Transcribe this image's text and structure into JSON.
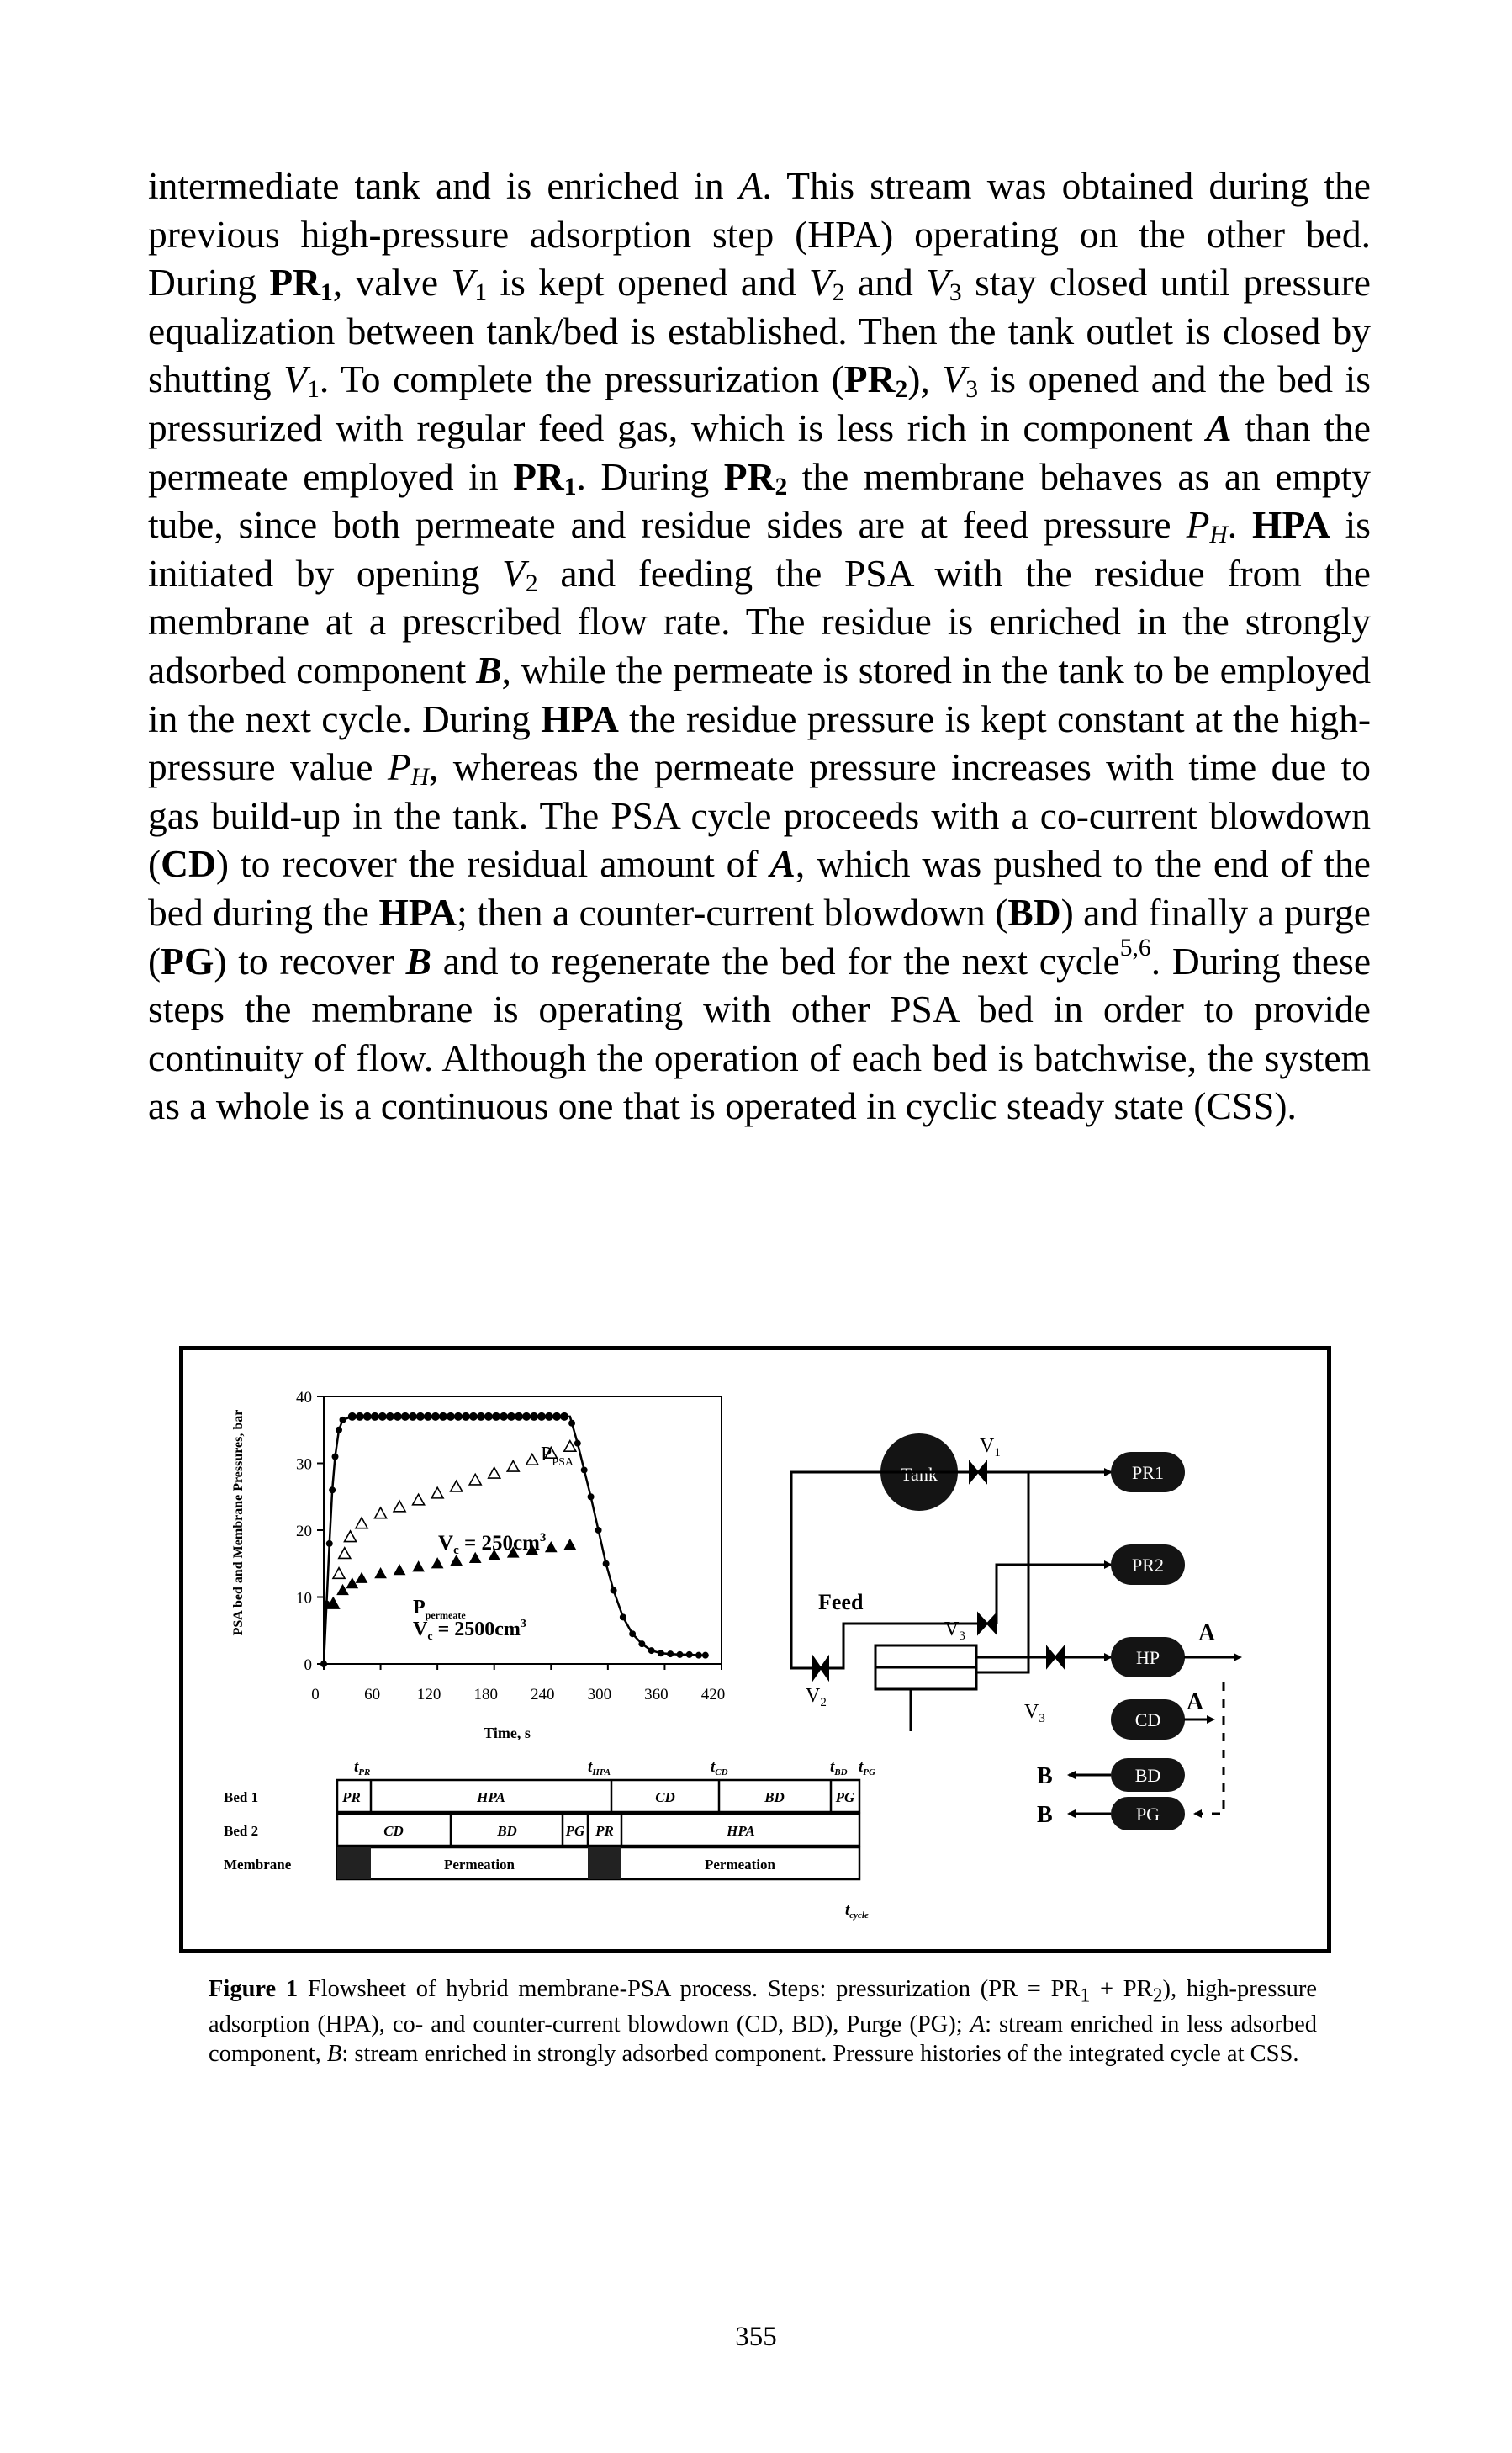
{
  "body_text": {
    "s01": "intermediate tank and is enriched in ",
    "s02": "A",
    "s03": ". This stream was obtained during the previous high-pressure adsorption step (HPA) operating on the other bed. During ",
    "s04": "PR",
    "s05": "1",
    "s06": ", valve ",
    "s07": "V",
    "s08": "1",
    "s09": " is kept opened and ",
    "s10": "V",
    "s11": "2",
    "s12": " and ",
    "s13": "V",
    "s14": "3",
    "s15": " stay closed until pressure equalization between tank/bed is established. Then the tank outlet is closed by shutting ",
    "s16": "V",
    "s17": "1",
    "s18": ". To complete the pressurization (",
    "s19": "PR",
    "s20": "2",
    "s21": "), ",
    "s22": "V",
    "s23": "3",
    "s24": " is opened and the bed is pressurized with regular feed gas, which is less rich in component ",
    "s25": "A",
    "s26": " than the permeate employed in ",
    "s27": "PR",
    "s28": "1",
    "s29": ". During ",
    "s30": "PR",
    "s31": "2",
    "s32": " the membrane behaves as an empty tube, since both permeate and residue sides are at feed pressure ",
    "s33": "P",
    "s34": "H",
    "s35": ". ",
    "s36": "HPA",
    "s37": " is initiated by opening ",
    "s38": "V",
    "s39": "2",
    "s40": " and feeding the PSA with the residue from the membrane at a prescribed flow rate. The residue is enriched in the strongly adsorbed component ",
    "s41": "B",
    "s42": ", while the permeate is stored in the tank to be employed in the next cycle. During ",
    "s43": "HPA",
    "s44": " the residue pressure is kept constant at the high-pressure value ",
    "s45": "P",
    "s46": "H",
    "s47": ", whereas the permeate pressure increases with time due to gas build-up in the tank. The PSA cycle proceeds with a co-current blowdown (",
    "s48": "CD",
    "s49": ") to recover the residual amount of ",
    "s50": "A",
    "s51": ", which was pushed to the end of the bed during the ",
    "s52": "HPA",
    "s53": "; then a counter-current blowdown (",
    "s54": "BD",
    "s55": ") and finally a purge (",
    "s56": "PG",
    "s57": ") to recover ",
    "s58": "B",
    "s59": " and to regenerate the bed for the next cycle",
    "s60": "5,6",
    "s61": ". During these steps the membrane is operating with other PSA bed in order to provide continuity of flow. Although the operation of each bed is batchwise, the system as a whole is a continuous one that is operated in cyclic steady state (CSS)."
  },
  "figure": {
    "chart": {
      "ylabel": "PSA bed and Membrane Pressures, bar",
      "xlabel": "Time, s",
      "series_labels": {
        "psa_main": "P",
        "psa_sub": "PSA",
        "vc_small": "V",
        "vc_small_sub": "c",
        "vc_small_val": " = 250cm",
        "vc_small_sup": "3",
        "perm_main": "P",
        "perm_sub": "permeate",
        "vc_large": "V",
        "vc_large_sub": "c",
        "vc_large_val": " = 2500cm",
        "vc_large_sup": "3"
      }
    },
    "schedule": {
      "row_labels": [
        "Bed 1",
        "Bed 2",
        "Membrane"
      ],
      "time_labels": [
        {
          "main": "t",
          "sub": "PR"
        },
        {
          "main": "t",
          "sub": "HPA"
        },
        {
          "main": "t",
          "sub": "CD"
        },
        {
          "main": "t",
          "sub": "BD"
        },
        {
          "main": "t",
          "sub": "PG"
        },
        {
          "main": "t",
          "sub": "cycle"
        }
      ],
      "bed1": [
        "PR",
        "HPA",
        "CD",
        "BD",
        "PG"
      ],
      "bed2": [
        "CD",
        "BD",
        "PG",
        "PR",
        "HPA"
      ],
      "membrane": [
        "Permeation",
        "Permeation"
      ]
    },
    "flowsheet": {
      "tank": "Tank",
      "feed": "Feed",
      "v1": {
        "main": "V",
        "sub": "1"
      },
      "v2": {
        "main": "V",
        "sub": "2"
      },
      "v3": {
        "main": "V",
        "sub": "3"
      },
      "steps": [
        "PR1",
        "PR2",
        "HP",
        "CD",
        "BD",
        "PG"
      ],
      "out_a1": "A",
      "out_a2": "A",
      "out_b1": "B",
      "out_b2": "B"
    },
    "colors": {
      "ink": "#000000",
      "pill_text": "#ffffff",
      "tank_fill": "#141414"
    }
  },
  "chart_data": {
    "type": "scatter",
    "ylabel": "PSA bed and Membrane Pressures, bar",
    "xlabel": "Time, s",
    "xlim": [
      0,
      420
    ],
    "ylim": [
      0,
      40
    ],
    "x_ticks": [
      0,
      60,
      120,
      180,
      240,
      300,
      360,
      420
    ],
    "y_ticks": [
      0,
      10,
      20,
      30,
      40
    ],
    "series": [
      {
        "name": "P_PSA",
        "marker": "filled-circle",
        "x": [
          0,
          3,
          6,
          9,
          12,
          16,
          20,
          30,
          50,
          80,
          110,
          140,
          170,
          200,
          230,
          260,
          262,
          268,
          275,
          282,
          290,
          298,
          306,
          316,
          326,
          336,
          346,
          356,
          366,
          376,
          386,
          396,
          403
        ],
        "y": [
          0,
          9,
          18,
          26,
          31,
          35,
          36.5,
          37,
          37,
          37,
          37,
          37,
          37,
          37,
          37,
          37,
          36,
          33,
          29,
          25,
          20,
          15,
          11,
          7,
          4.5,
          3,
          2,
          1.6,
          1.5,
          1.4,
          1.4,
          1.3,
          1.3
        ]
      },
      {
        "name": "P_permeate, Vc = 250cm3",
        "marker": "open-triangle",
        "x": [
          10,
          16,
          22,
          28,
          40,
          60,
          80,
          100,
          120,
          140,
          160,
          180,
          200,
          220,
          240,
          260
        ],
        "y": [
          9,
          13.5,
          16.5,
          19,
          21,
          22.5,
          23.5,
          24.5,
          25.5,
          26.5,
          27.5,
          28.5,
          29.5,
          30.5,
          31.5,
          32.5
        ]
      },
      {
        "name": "P_permeate, Vc = 2500cm3",
        "marker": "filled-triangle",
        "x": [
          10,
          20,
          30,
          40,
          60,
          80,
          100,
          120,
          140,
          160,
          180,
          200,
          220,
          240,
          260
        ],
        "y": [
          9,
          11,
          12,
          12.8,
          13.5,
          14,
          14.5,
          15,
          15.4,
          15.8,
          16.2,
          16.6,
          17,
          17.4,
          17.8
        ]
      }
    ]
  },
  "caption": {
    "c01": "Figure 1",
    "c02": " Flowsheet of hybrid membrane-PSA process. Steps: pressurization (PR = PR",
    "c03": "1",
    "c04": " + PR",
    "c05": "2",
    "c06": "), high-pressure adsorption (HPA), co- and counter-current blowdown (CD, BD), Purge (PG); ",
    "c07": "A",
    "c08": ": stream enriched in less adsorbed component, ",
    "c09": "B",
    "c10": ": stream enriched in strongly adsorbed component. Pressure histories of the integrated cycle at CSS."
  },
  "page_number": "355"
}
